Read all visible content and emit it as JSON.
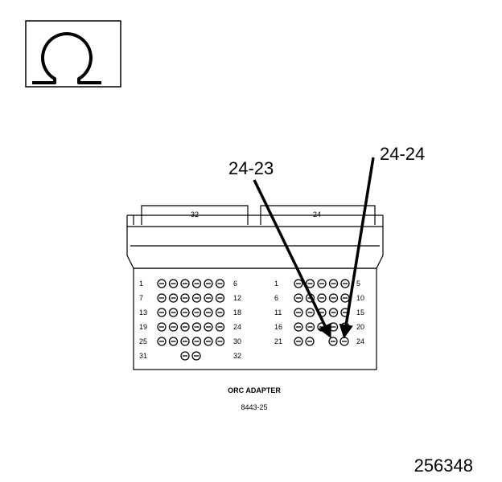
{
  "meter_symbol": {
    "icon": "ohm-icon"
  },
  "callouts": {
    "left": "24-23",
    "right": "24-24"
  },
  "slots": {
    "left": "32",
    "right": "24"
  },
  "left_block": {
    "rows": [
      {
        "start": "1",
        "end": "6",
        "pins": 6
      },
      {
        "start": "7",
        "end": "12",
        "pins": 6
      },
      {
        "start": "13",
        "end": "18",
        "pins": 6
      },
      {
        "start": "19",
        "end": "24",
        "pins": 6
      },
      {
        "start": "25",
        "end": "30",
        "pins": 6
      },
      {
        "start": "31",
        "end": "32",
        "pins": 2
      }
    ]
  },
  "right_block": {
    "rows": [
      {
        "start": "1",
        "end": "5",
        "pins": 5
      },
      {
        "start": "6",
        "end": "10",
        "pins": 5
      },
      {
        "start": "11",
        "end": "15",
        "pins": 5
      },
      {
        "start": "16",
        "end": "20",
        "pins": 5
      },
      {
        "start": "21",
        "end": "24",
        "pins": 4
      }
    ]
  },
  "caption": {
    "title": "ORC ADAPTER",
    "part_number": "8443-25"
  },
  "figure_number": "256348"
}
